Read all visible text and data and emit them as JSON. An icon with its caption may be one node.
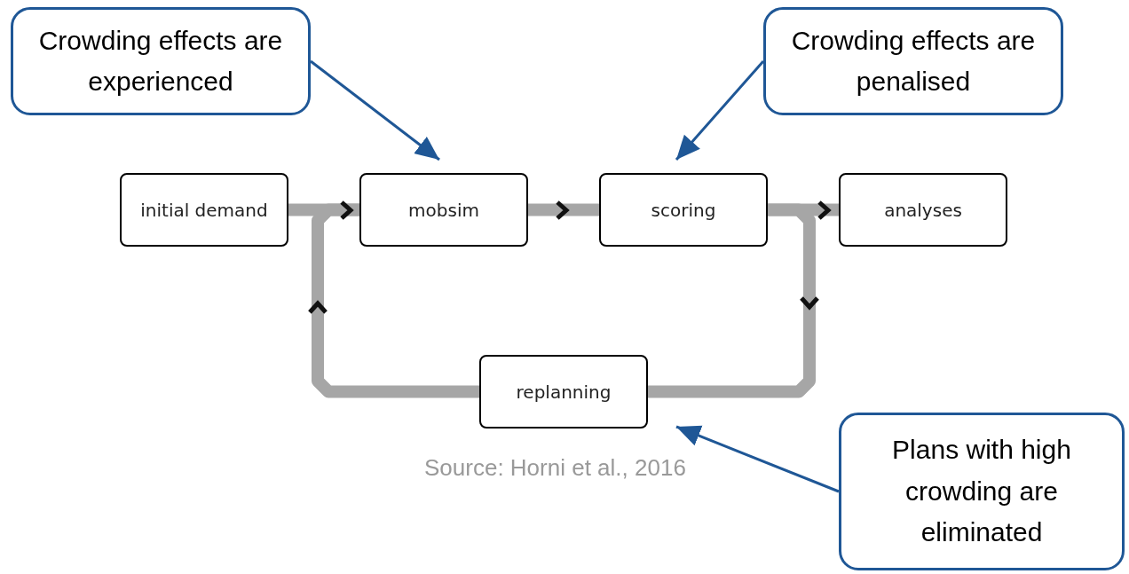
{
  "diagram": {
    "nodes": [
      {
        "text": [
          "Crowding effects are experienced"
        ]
      },
      {
        "text": [
          "Crowding effects are penalised"
        ]
      },
      {
        "text": [
          "initial demand"
        ]
      },
      {
        "text": [
          "mobsim"
        ]
      },
      {
        "text": [
          "scoring"
        ]
      },
      {
        "text": [
          "analyses"
        ]
      },
      {
        "text": [
          "replanning"
        ]
      },
      {
        "text": [
          "Plans with high crowding are eliminated"
        ]
      }
    ],
    "edges": [
      {
        "from": 2,
        "to": 3,
        "arrow": "to"
      },
      {
        "from": 3,
        "to": 4,
        "arrow": "to"
      },
      {
        "from": 4,
        "to": 5,
        "arrow": "to"
      },
      {
        "from": 4,
        "to": 6,
        "arrow": "to"
      },
      {
        "from": 6,
        "to": 3,
        "arrow": "to"
      },
      {
        "from": 0,
        "to": 3,
        "arrow": "to",
        "color": "#1f5796"
      },
      {
        "from": 1,
        "to": 4,
        "arrow": "to",
        "color": "#1f5796"
      },
      {
        "from": 7,
        "to": 6,
        "arrow": "to",
        "color": "#1f5796"
      }
    ],
    "labels": [
      "Source: Horni et al., 2016"
    ]
  }
}
